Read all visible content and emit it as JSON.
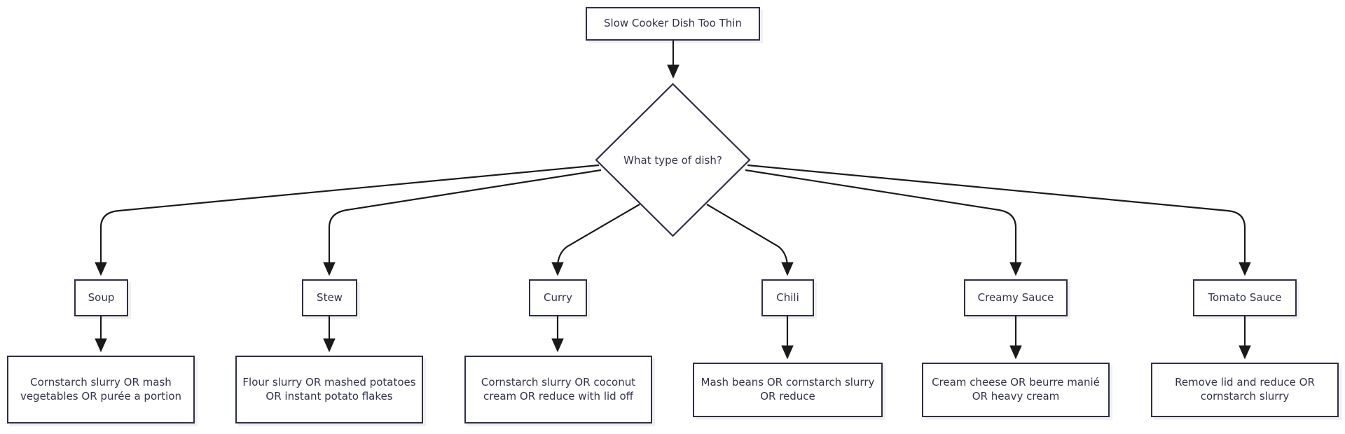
{
  "diagram": {
    "type": "flowchart",
    "direction": "top-down",
    "title_node": "Slow Cooker Dish Too Thin",
    "decision": "What type of dish?",
    "colors": {
      "node_border": "#2e2f4a",
      "node_fill": "#ffffff",
      "text": "#333350",
      "edge": "#1a1a1a",
      "background": "#ffffff",
      "shadow": "#eaeaea"
    },
    "root": {
      "label": "Slow Cooker Dish Too Thin"
    },
    "decision_node": {
      "label": "What type of dish?"
    },
    "branches": [
      {
        "label": "Soup",
        "result": "Cornstarch slurry OR mash vegetables OR purée a portion"
      },
      {
        "label": "Stew",
        "result": "Flour slurry OR mashed potatoes OR instant potato flakes"
      },
      {
        "label": "Curry",
        "result": "Cornstarch slurry OR coconut cream OR reduce with lid off"
      },
      {
        "label": "Chili",
        "result": "Mash beans OR cornstarch slurry OR reduce"
      },
      {
        "label": "Creamy Sauce",
        "result": "Cream cheese OR beurre manié OR heavy cream"
      },
      {
        "label": "Tomato Sauce",
        "result": "Remove lid and reduce OR cornstarch slurry"
      }
    ]
  }
}
